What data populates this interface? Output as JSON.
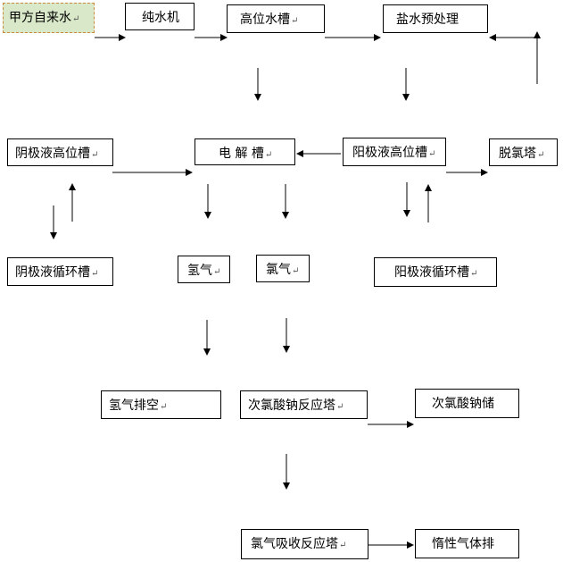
{
  "nodes": {
    "tap_water": "甲方自来水",
    "pure_water": "纯水机",
    "high_tank": "高位水槽",
    "brine_pre": "盐水预处理",
    "cathode_high": "阴极液高位槽",
    "electrolysis": "电 解 槽",
    "anode_high": "阳极液高位槽",
    "dechlor": "脱氯塔",
    "cathode_circ": "阴极液循环槽",
    "hydrogen": "氢气",
    "chlorine": "氯气",
    "anode_circ": "阳极液循环槽",
    "h2_vent": "氢气排空",
    "naclo_tower": "次氯酸钠反应塔",
    "naclo_store": "次氯酸钠储",
    "cl_absorb": "氯气吸收反应塔",
    "inert_vent": "惰性气体排"
  },
  "paragraph_mark": "↵",
  "colors": {
    "stroke": "#000000",
    "source_fill": "#d8e8c8",
    "source_border": "#c98a3a"
  }
}
